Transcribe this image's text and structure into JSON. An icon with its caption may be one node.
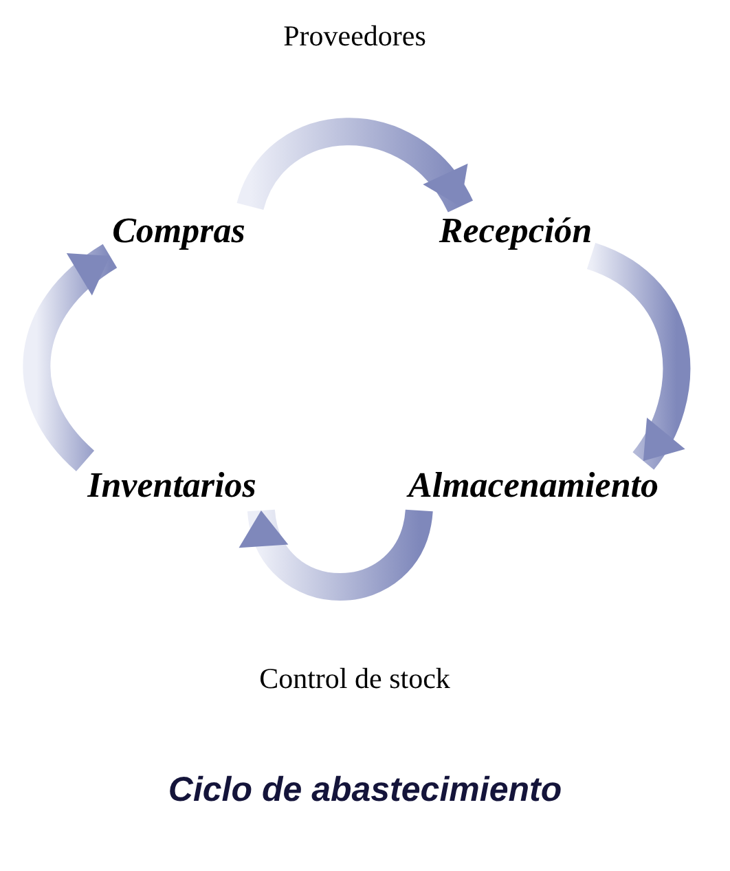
{
  "diagram": {
    "caption": "Ciclo de abastecimiento",
    "nodes": [
      {
        "text": [
          "Compras"
        ]
      },
      {
        "text": [
          "Recepción"
        ]
      },
      {
        "text": [
          "Almacenamiento"
        ]
      },
      {
        "text": [
          "Inventarios"
        ]
      }
    ],
    "edges": [
      {
        "from": 0,
        "to": 1,
        "arrow": "to",
        "label": "Proveedores"
      },
      {
        "from": 1,
        "to": 2,
        "arrow": "to"
      },
      {
        "from": 2,
        "to": 3,
        "arrow": "to",
        "label": "Control de stock"
      },
      {
        "from": 3,
        "to": 0,
        "arrow": "to"
      }
    ]
  }
}
